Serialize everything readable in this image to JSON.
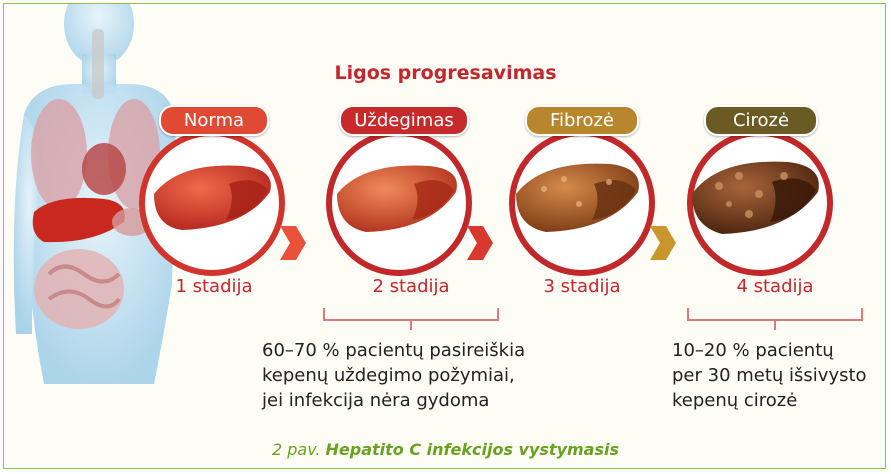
{
  "title": "Ligos progresavimas",
  "stages": [
    {
      "name": "Norma",
      "color": "#e04a34",
      "label": "1 stadija"
    },
    {
      "name": "Uždegimas",
      "color": "#c72a2a",
      "label": "2 stadija"
    },
    {
      "name": "Fibrozė",
      "color": "#b8862c",
      "label": "3 stadija"
    },
    {
      "name": "Cirozė",
      "color": "#6b5a24",
      "label": "4 stadija"
    }
  ],
  "annotations": {
    "stage2": "60–70 % pacientų pasireiškia\nkepenų uždegimo požymiai,\njei infekcija nėra gydoma",
    "stage4": "10–20 % pacientų\nper 30 metų išsivysto\nkepenų cirozė"
  },
  "caption": {
    "prefix": "2 pav. ",
    "title": "Hepatito C infekcijos vystymasis"
  },
  "colors": {
    "frame": "#8cc63f",
    "accent_red": "#c1272d",
    "caption_green": "#6aa121",
    "arrow": "#e8523a"
  }
}
